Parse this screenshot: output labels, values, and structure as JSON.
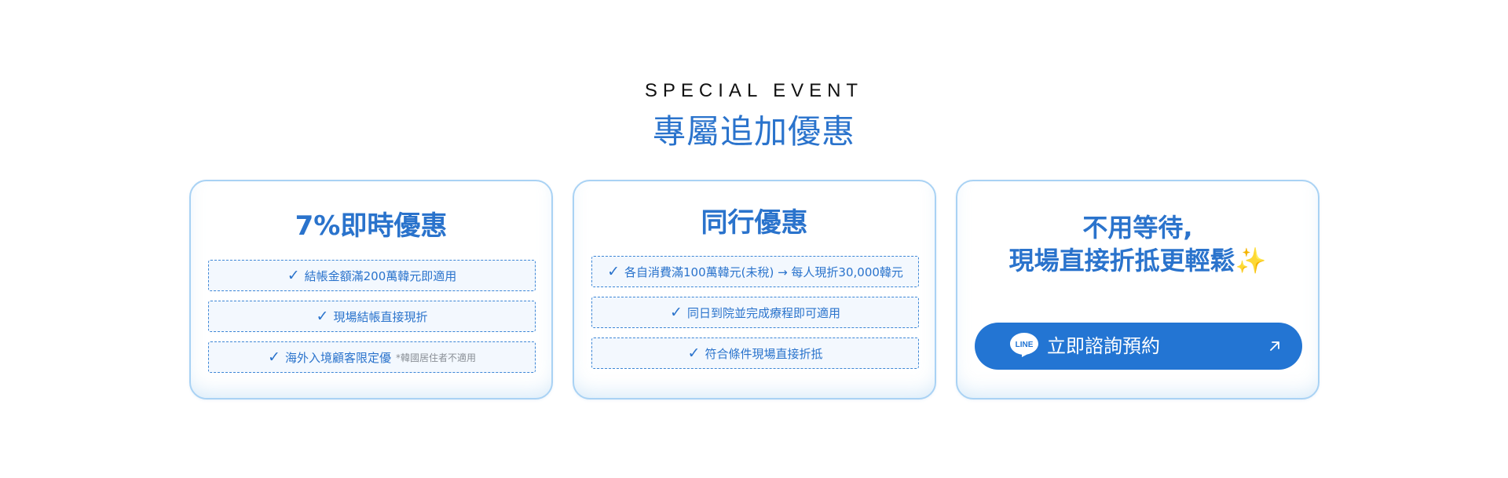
{
  "header": {
    "eyebrow": "SPECIAL EVENT",
    "title": "專屬追加優惠"
  },
  "cards": [
    {
      "title": "7%即時優惠",
      "items": [
        {
          "text": "結帳金額滿200萬韓元即適用"
        },
        {
          "text": "現場結帳直接現折"
        },
        {
          "text": "海外入境顧客限定優",
          "note": "*韓國居住者不適用"
        }
      ]
    },
    {
      "title": "同行優惠",
      "items": [
        {
          "text": "各自消費滿100萬韓元(未稅) → 每人現折30,000韓元"
        },
        {
          "text": "同日到院並完成療程即可適用"
        },
        {
          "text": "符合條件現場直接折抵"
        }
      ]
    },
    {
      "title_line1": "不用等待,",
      "title_line2": "現場直接折抵更輕鬆",
      "title_emoji": "✨",
      "cta": {
        "label": "立即諮詢預約",
        "icon": "line-logo-icon",
        "arrow_icon": "arrow-up-right-icon"
      }
    }
  ],
  "colors": {
    "accent": "#2a73cc",
    "button": "#2375d3",
    "card_border": "#a9d2f4",
    "item_bg": "#f3f8fe",
    "note": "#8a8f96"
  }
}
